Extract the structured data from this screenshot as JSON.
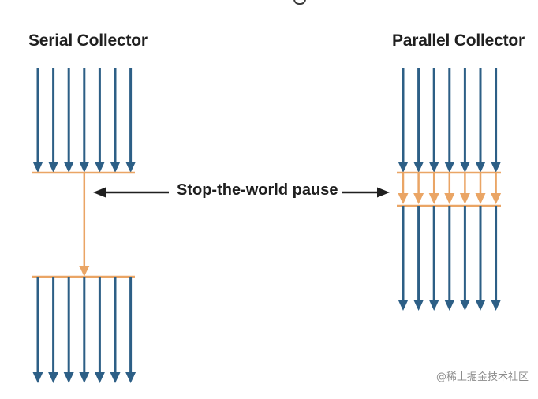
{
  "diagram": {
    "serial": {
      "title": "Serial Collector",
      "threads_before_pause": 7,
      "threads_after_pause": 7,
      "gc_threads": 1
    },
    "parallel": {
      "title": "Parallel Collector",
      "threads_before_pause": 7,
      "threads_after_pause": 7,
      "gc_threads": 7
    },
    "pause_label": "Stop-the-world pause",
    "colors": {
      "app_thread": "#2d5f86",
      "gc_thread": "#eaa565",
      "pause_arrow": "#1f1f1f",
      "text": "#1f1f1f"
    }
  },
  "watermark": "@稀土掘金技术社区"
}
